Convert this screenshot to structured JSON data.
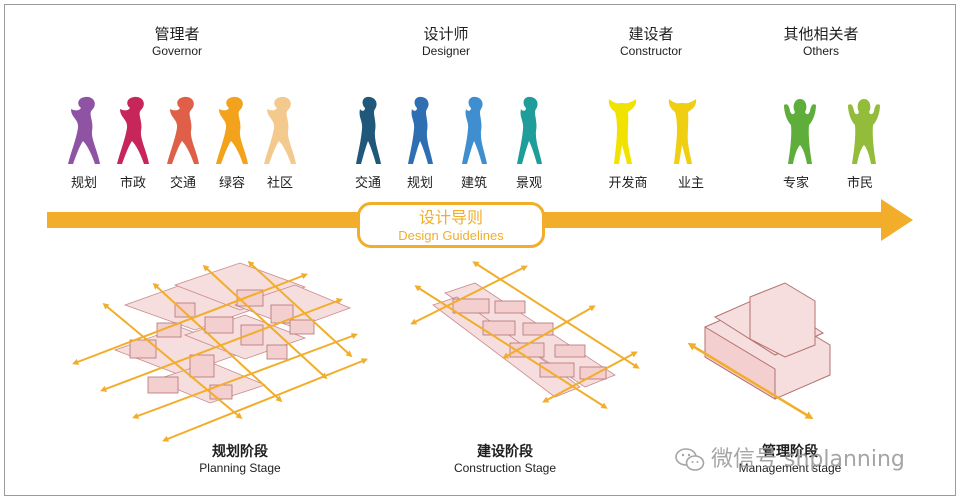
{
  "groups": [
    {
      "cn": "管理者",
      "en": "Governor",
      "people": [
        {
          "label": "规划",
          "color": "#8e53a3"
        },
        {
          "label": "市政",
          "color": "#c7265a"
        },
        {
          "label": "交通",
          "color": "#e05f48"
        },
        {
          "label": "绿容",
          "color": "#f2a31b"
        },
        {
          "label": "社区",
          "color": "#f4c98e"
        }
      ]
    },
    {
      "cn": "设计师",
      "en": "Designer",
      "people": [
        {
          "label": "交通",
          "color": "#1f587a"
        },
        {
          "label": "规划",
          "color": "#2e6fb2"
        },
        {
          "label": "建筑",
          "color": "#3f8ed0"
        },
        {
          "label": "景观",
          "color": "#1f9d9a"
        }
      ]
    },
    {
      "cn": "建设者",
      "en": "Constructor",
      "people": [
        {
          "label": "开发商",
          "color": "#f2e200"
        },
        {
          "label": "业主",
          "color": "#f0cf13"
        }
      ]
    },
    {
      "cn": "其他相关者",
      "en": "Others",
      "people": [
        {
          "label": "专家",
          "color": "#5fae3c"
        },
        {
          "label": "市民",
          "color": "#94bc3b"
        }
      ]
    }
  ],
  "guidelines": {
    "cn": "设计导则",
    "en": "Design Guidelines"
  },
  "stages": [
    {
      "cn": "规划阶段",
      "en": "Planning Stage"
    },
    {
      "cn": "建设阶段",
      "en": "Construction Stage"
    },
    {
      "cn": "管理阶段",
      "en": "Management stage"
    }
  ],
  "watermark": {
    "text": "微信号 shplanning"
  },
  "colors": {
    "accent": "#f2ad2a",
    "building": "#f4dada",
    "building_line": "#c98a8a"
  }
}
